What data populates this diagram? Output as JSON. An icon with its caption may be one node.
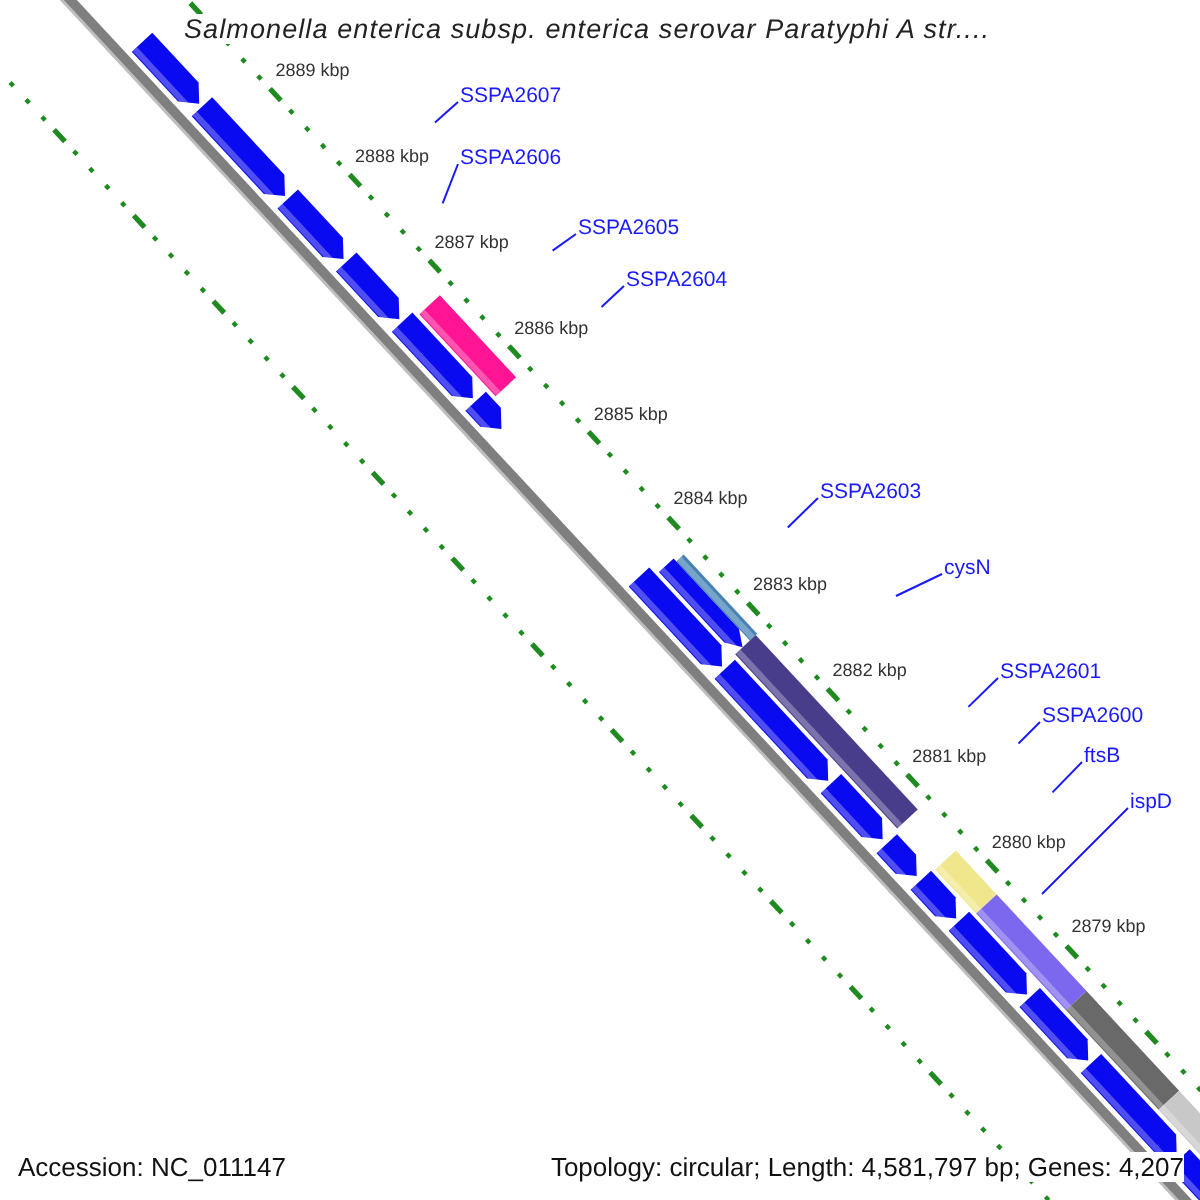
{
  "diagram": {
    "title": "Salmonella enterica subsp. enterica serovar Paratyphi A str....",
    "nodes": [
      {
        "text": [
          "SSPA2607"
        ]
      },
      {
        "text": [
          "SSPA2606"
        ]
      },
      {
        "text": [
          "SSPA2605"
        ]
      },
      {
        "text": [
          "SSPA2604"
        ]
      },
      {
        "text": [
          "SSPA2603"
        ]
      },
      {
        "text": [
          "cysN"
        ]
      },
      {
        "text": [
          "SSPA2601"
        ]
      },
      {
        "text": [
          "SSPA2600"
        ]
      },
      {
        "text": [
          "ftsB"
        ]
      },
      {
        "text": [
          "ispD"
        ]
      }
    ],
    "edges": [
      {
        "from": 0,
        "to": null,
        "arrow": "none"
      },
      {
        "from": 1,
        "to": null,
        "arrow": "none"
      },
      {
        "from": 2,
        "to": null,
        "arrow": "none"
      },
      {
        "from": 3,
        "to": null,
        "arrow": "none"
      },
      {
        "from": 4,
        "to": null,
        "arrow": "none"
      },
      {
        "from": 5,
        "to": null,
        "arrow": "none"
      },
      {
        "from": 6,
        "to": null,
        "arrow": "none"
      },
      {
        "from": 7,
        "to": null,
        "arrow": "none"
      },
      {
        "from": 8,
        "to": null,
        "arrow": "none"
      },
      {
        "from": 9,
        "to": null,
        "arrow": "none"
      }
    ],
    "labels": [
      "2889 kbp",
      "2888 kbp",
      "2887 kbp",
      "2886 kbp",
      "2885 kbp",
      "2884 kbp",
      "2883 kbp",
      "2882 kbp",
      "2881 kbp",
      "2880 kbp",
      "2879 kbp",
      "Accession: NC_011147",
      "Topology: circular; Length: 4,581,797 bp; Genes: 4,207"
    ]
  }
}
